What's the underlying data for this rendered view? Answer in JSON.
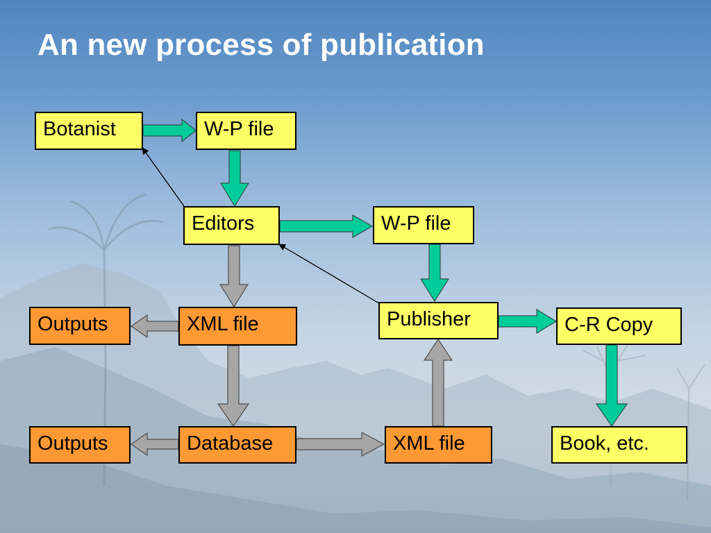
{
  "slide": {
    "title": "An new process of publication"
  },
  "boxes": {
    "botanist": "Botanist",
    "wp_file_1": "W-P file",
    "editors": "Editors",
    "wp_file_2": "W-P file",
    "publisher": "Publisher",
    "c_r_copy": "C-R Copy",
    "outputs_1": "Outputs",
    "xml_file_1": "XML file",
    "outputs_2": "Outputs",
    "database": "Database",
    "xml_file_2": "XML file",
    "book_etc": "Book, etc."
  },
  "colors": {
    "process_box": "#ffff66",
    "data_box": "#ff9933",
    "arrow_green": "#00cc99",
    "arrow_gray": "#a6a6a6"
  }
}
